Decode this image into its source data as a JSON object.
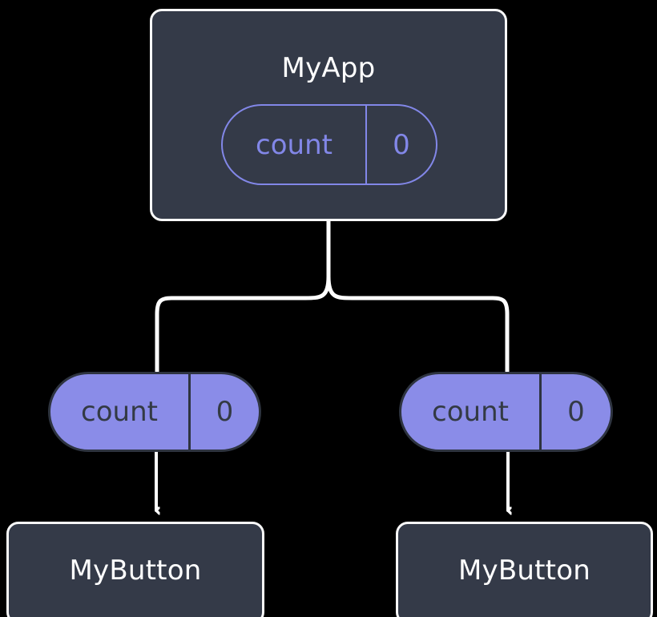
{
  "diagram": {
    "type": "component-state-tree",
    "background_color": "#000000",
    "colors": {
      "box_fill": "#343a48",
      "box_border": "#fafafa",
      "box_text": "#ffffff",
      "pill_outline_stroke": "#8287e8",
      "pill_outline_text": "#8287e8",
      "pill_filled_fill": "#8a8ce8",
      "pill_filled_stroke": "#2e3440",
      "pill_filled_text": "#333a44",
      "edge_stroke": "#ffffff"
    },
    "root": {
      "title": "MyApp",
      "state": {
        "key": "count",
        "value": "0"
      }
    },
    "props": [
      {
        "key": "count",
        "value": "0"
      },
      {
        "key": "count",
        "value": "0"
      }
    ],
    "children": [
      {
        "title": "MyButton"
      },
      {
        "title": "MyButton"
      }
    ],
    "edges": [
      {
        "name": "root-to-fork",
        "from": "MyApp",
        "to": "fork"
      },
      {
        "name": "fork-to-left-prop",
        "from": "fork",
        "to": "left-prop-pill"
      },
      {
        "name": "fork-to-right-prop",
        "from": "fork",
        "to": "right-prop-pill"
      },
      {
        "name": "left-prop-to-left-button",
        "from": "left-prop-pill",
        "to": "MyButton",
        "arrow": true
      },
      {
        "name": "right-prop-to-right-button",
        "from": "right-prop-pill",
        "to": "MyButton",
        "arrow": true
      }
    ]
  }
}
